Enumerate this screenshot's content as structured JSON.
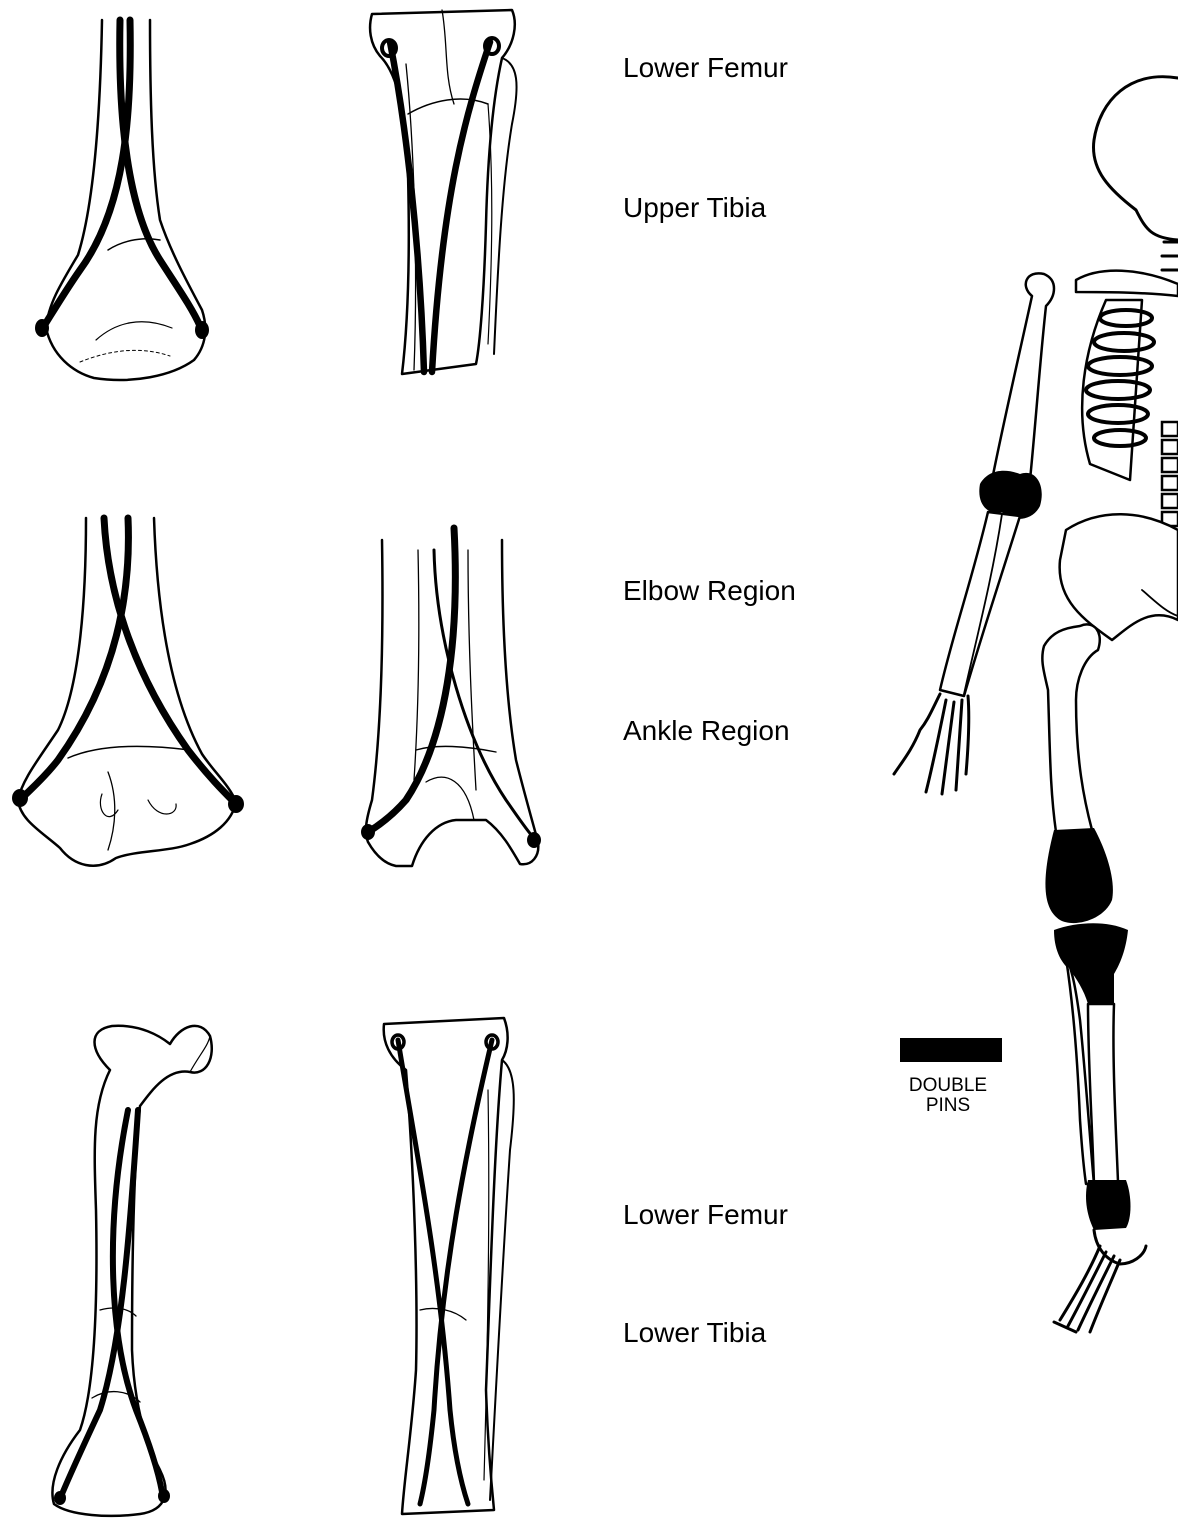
{
  "labels": {
    "row1_a": "Lower Femur",
    "row1_b": "Upper Tibia",
    "row2_a": "Elbow Region",
    "row2_b": "Ankle Region",
    "row3_a": "Lower Femur",
    "row3_b": "Lower Tibia"
  },
  "legend": {
    "line1": "DOUBLE",
    "line2": "PINS",
    "swatch_color": "#000000"
  },
  "figures": [
    {
      "row": 1,
      "col": 1,
      "bone": "lower-femur",
      "pins": "crossed",
      "icon": "lower-femur-pinned-icon"
    },
    {
      "row": 1,
      "col": 2,
      "bone": "upper-tibia",
      "pins": "crossed",
      "icon": "upper-tibia-pinned-icon"
    },
    {
      "row": 2,
      "col": 1,
      "bone": "distal-humerus",
      "pins": "crossed",
      "icon": "elbow-pinned-icon"
    },
    {
      "row": 2,
      "col": 2,
      "bone": "distal-tibia",
      "pins": "crossed",
      "icon": "ankle-pinned-icon"
    },
    {
      "row": 3,
      "col": 1,
      "bone": "femur",
      "pins": "crossed",
      "icon": "femur-pinned-icon"
    },
    {
      "row": 3,
      "col": 2,
      "bone": "tibia",
      "pins": "crossed",
      "icon": "tibia-pinned-icon"
    }
  ],
  "skeleton": {
    "icon": "skeleton-icon",
    "pin_regions": [
      "elbow",
      "lower-femur",
      "upper-tibia",
      "ankle"
    ]
  }
}
